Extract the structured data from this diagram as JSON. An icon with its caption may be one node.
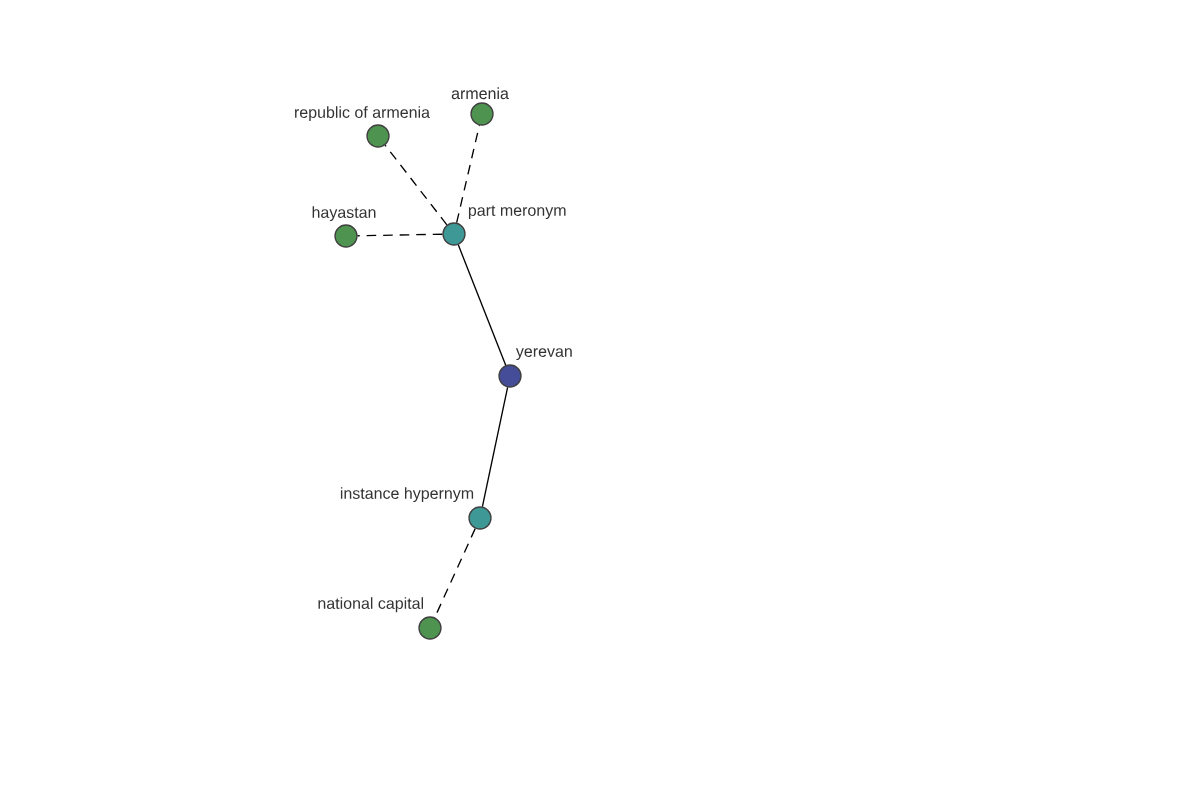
{
  "diagram": {
    "nodes": [
      {
        "text": [
          "armenia"
        ]
      },
      {
        "text": [
          "republic of armenia"
        ]
      },
      {
        "text": [
          "hayastan"
        ]
      },
      {
        "text": [
          "part meronym"
        ]
      },
      {
        "text": [
          "yerevan"
        ]
      },
      {
        "text": [
          "instance hypernym"
        ]
      },
      {
        "text": [
          "national capital"
        ]
      }
    ],
    "edges": [
      {
        "from": 4,
        "to": 3,
        "arrow": "none"
      },
      {
        "from": 3,
        "to": 0,
        "arrow": "none",
        "style": "dashed"
      },
      {
        "from": 3,
        "to": 1,
        "arrow": "none",
        "style": "dashed"
      },
      {
        "from": 3,
        "to": 2,
        "arrow": "none",
        "style": "dashed"
      },
      {
        "from": 4,
        "to": 5,
        "arrow": "none"
      },
      {
        "from": 5,
        "to": 6,
        "arrow": "none",
        "style": "dashed"
      }
    ]
  }
}
